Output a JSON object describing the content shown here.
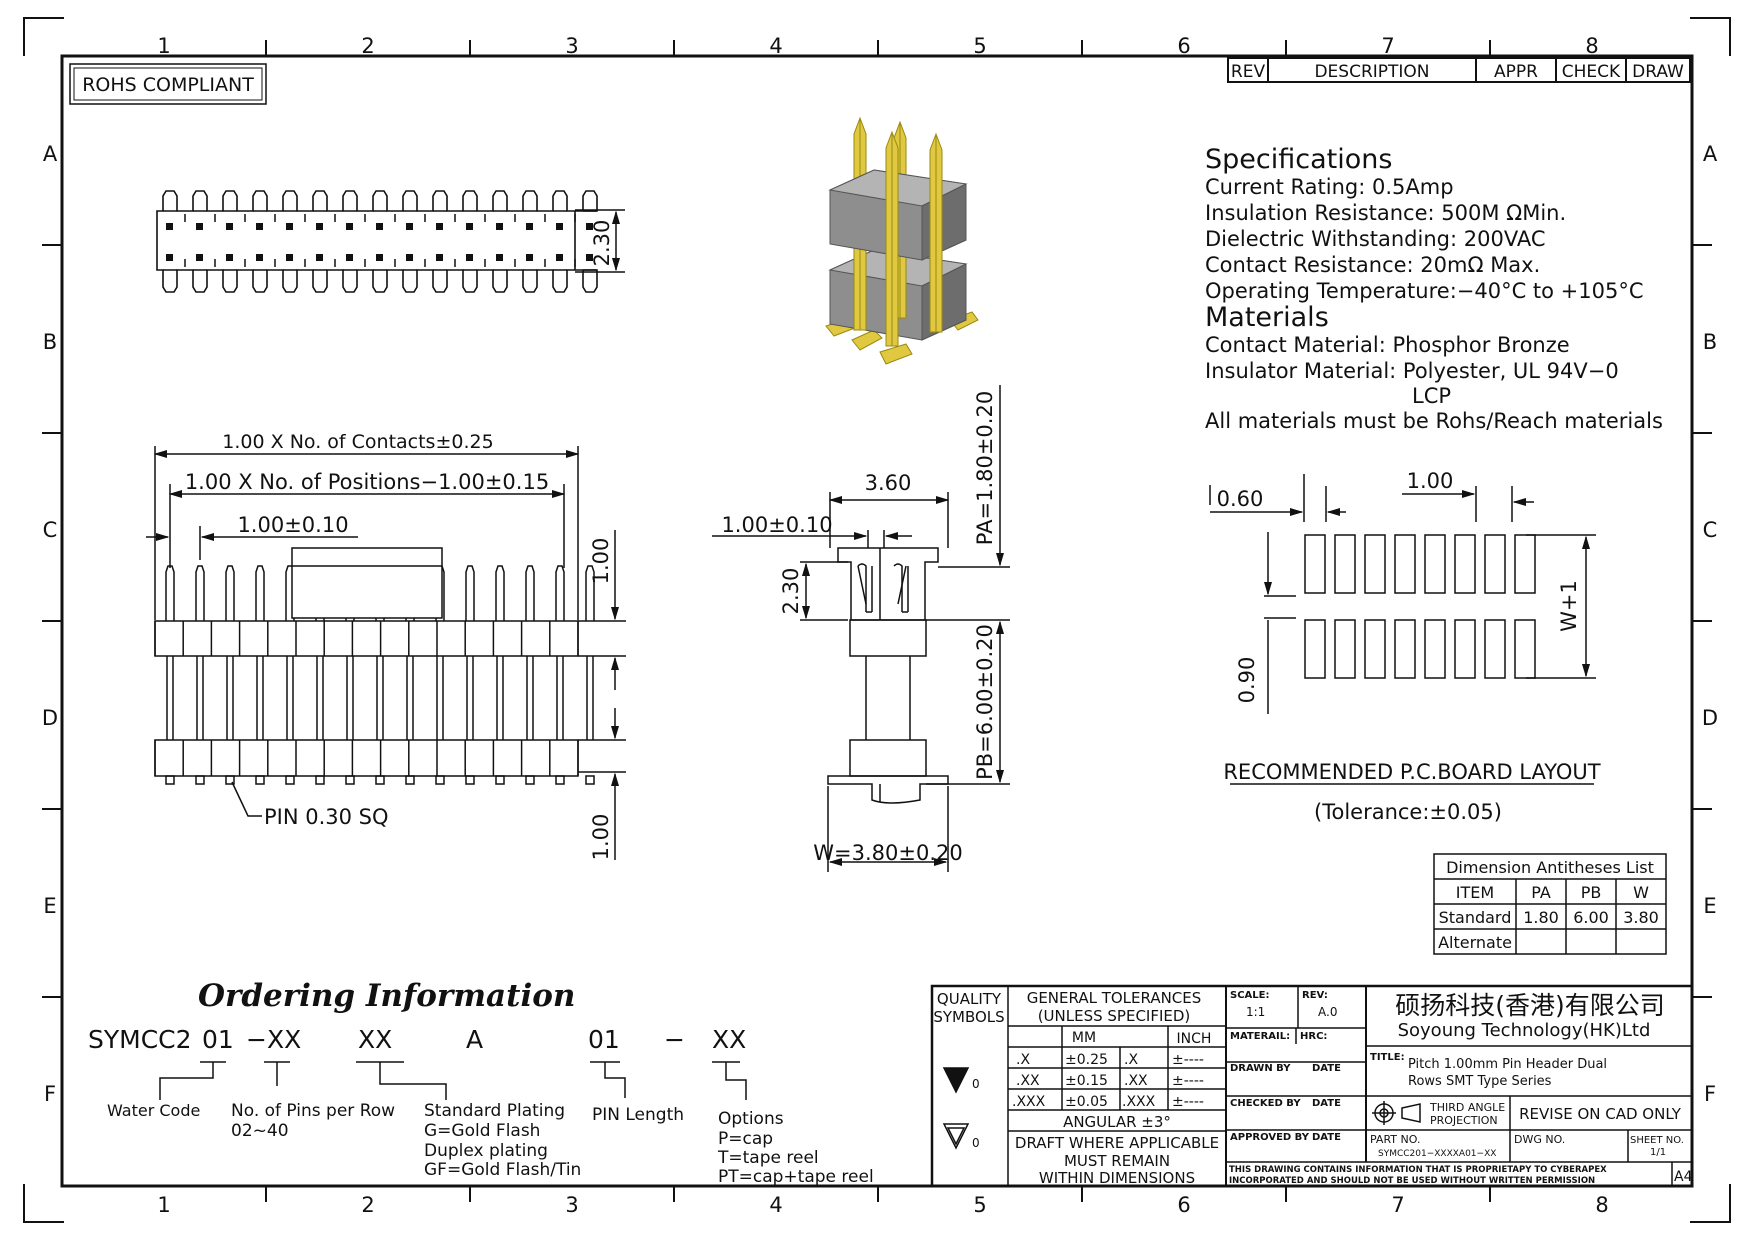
{
  "frame": {
    "zones_top": [
      "1",
      "2",
      "3",
      "4",
      "5",
      "6",
      "7",
      "8"
    ],
    "zones_bottom": [
      "1",
      "2",
      "3",
      "4",
      "5",
      "6",
      "7",
      "8"
    ],
    "zones_left": [
      "A",
      "B",
      "C",
      "D",
      "E",
      "F"
    ],
    "zones_right": [
      "A",
      "B",
      "C",
      "D",
      "E",
      "F"
    ]
  },
  "rohs": "ROHS COMPLIANT",
  "revision_header": [
    "REV",
    "DESCRIPTION",
    "APPR",
    "CHECK",
    "DRAW"
  ],
  "specifications": {
    "title": "Specifications",
    "lines": [
      "Current Rating:   0.5Amp",
      "Insulation Resistance:   500M ΩMin.",
      "Dielectric Withstanding:   200VAC",
      "Contact Resistance:   20mΩ Max.",
      "Operating Temperature:−40°C to +105°C"
    ]
  },
  "materials": {
    "title": "Materials",
    "lines": [
      "Contact Material: Phosphor Bronze",
      "Insulator Material: Polyester, UL 94V−0",
      "LCP",
      "All materials must be Rohs/Reach materials"
    ]
  },
  "dims": {
    "top_height": "2.30",
    "contacts": "1.00 X No. of Contacts±0.25",
    "positions": "1.00 X No. of Positions−1.00±0.15",
    "pitch_front": "1.00±0.10",
    "front_top": "1.00",
    "front_bottom": "1.00",
    "pin": "PIN 0.30 SQ",
    "side_width": "3.60",
    "side_pitch": "1.00±0.10",
    "side_height": "2.30",
    "pa": "PA=1.80±0.20",
    "pb": "PB=6.00±0.20",
    "w": "W=3.80±0.20",
    "pcb_pad_width": "0.60",
    "pcb_pitch": "1.00",
    "pcb_pad_len": "0.90",
    "pcb_span": "W+1"
  },
  "pcb": {
    "title": "RECOMMENDED P.C.BOARD LAYOUT",
    "tolerance": "(Tolerance:±0.05)"
  },
  "antithesis": {
    "title": "Dimension Antitheses List",
    "headers": [
      "ITEM",
      "PA",
      "PB",
      "W"
    ],
    "rows": [
      [
        "Standard",
        "1.80",
        "6.00",
        "3.80"
      ],
      [
        "Alternate",
        "",
        "",
        ""
      ]
    ]
  },
  "ordering": {
    "title": "Ordering Information",
    "code": [
      "SYMCC2",
      "01",
      "−XX",
      "XX",
      "A",
      "01",
      "−",
      "XX"
    ],
    "water_code": "Water Code",
    "pins": [
      "No. of Pins per Row",
      "02~40"
    ],
    "plating": [
      "Standard Plating",
      "G=Gold Flash",
      "Duplex plating",
      "GF=Gold Flash/Tin"
    ],
    "pin_length": "PIN Length",
    "options": [
      "Options",
      "P=cap",
      "T=tape reel",
      "PT=cap+tape reel"
    ]
  },
  "title_block": {
    "quality": [
      "QUALITY",
      "SYMBOLS"
    ],
    "tol_title": [
      "GENERAL TOLERANCES",
      "(UNLESS SPECIFIED)"
    ],
    "mm": "MM",
    "inch": "INCH",
    "tol_rows": [
      [
        ".X",
        "±0.25",
        ".X",
        "±----"
      ],
      [
        ".XX",
        "±0.15",
        ".XX",
        "±----"
      ],
      [
        ".XXX",
        "±0.05",
        ".XXX",
        "±----"
      ]
    ],
    "angular": "ANGULAR ±3°",
    "sym1": "0",
    "sym2": "0",
    "draft": [
      "DRAFT WHERE APPLICABLE",
      "MUST REMAIN",
      "WITHIN DIMENSIONS"
    ],
    "scale_label": "SCALE:",
    "scale": "1:1",
    "rev_label": "REV:",
    "rev": "A.0",
    "material": "MATERAIL:",
    "hrc": "HRC:",
    "drawn_by": "DRAWN BY",
    "checked_by": "CHECKED BY",
    "approved_by": "APPROVED BY",
    "date": "DATE",
    "company_cn": "硕扬科技(香港)有限公司",
    "company_en": "Soyoung Technology(HK)Ltd",
    "title_label": "TITLE:",
    "title": [
      "Pitch 1.00mm Pin Header Dual",
      "Rows SMT Type Series"
    ],
    "projection": [
      "THIRD ANGLE",
      "PROJECTION"
    ],
    "revise": "REVISE ON CAD ONLY",
    "part_no_label": "PART NO.",
    "part_no": "SYMCC201−XXXXA01−XX",
    "dwg_no": "DWG NO.",
    "sheet_label": "SHEET NO.",
    "sheet": "1/1",
    "notice": [
      "THIS DRAWING CONTAINS INFORMATION THAT IS PROPRIETAPY TO CYBERAPEX",
      "INCORPORATED AND SHOULD NOT BE USED WITHOUT WRITTEN PERMISSION"
    ],
    "size": "A4"
  },
  "colors": {
    "ink": "#111111",
    "gold": "#e0c840",
    "gold_dark": "#9a8a10",
    "housing": "#8e8e8e",
    "housing_dark": "#6d6d6d"
  }
}
